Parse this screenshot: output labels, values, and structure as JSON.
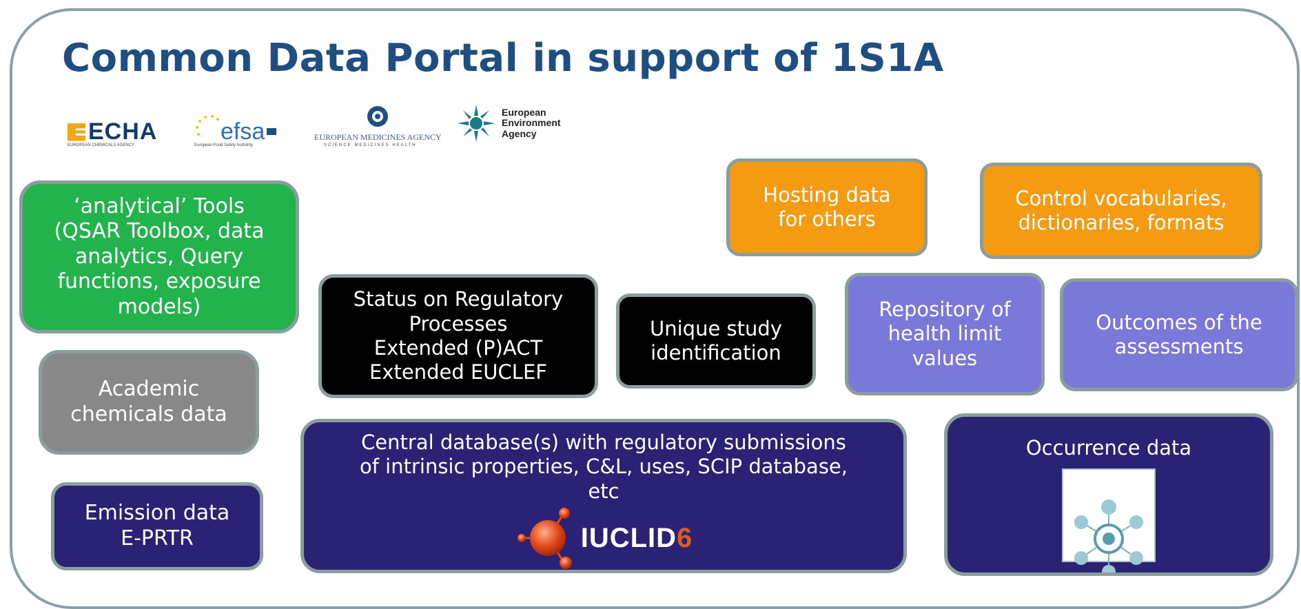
{
  "title": "Common Data Portal in support of 1S1A",
  "logos": {
    "echa": {
      "name": "ECHA",
      "subtitle": "EUROPEAN CHEMICALS AGENCY"
    },
    "efsa": {
      "name": "efsa",
      "subtitle": "European Food Safety Authority"
    },
    "ema": {
      "name": "EUROPEAN MEDICINES AGENCY",
      "subtitle": "SCIENCE MEDICINES HEALTH"
    },
    "eea": {
      "name": "European\nEnvironment\nAgency"
    }
  },
  "boxes": {
    "analytical_tools": "‘analytical’ Tools\n(QSAR Toolbox, data\nanalytics, Query\nfunctions, exposure\nmodels)",
    "academic_data": "Academic\nchemicals data",
    "emission_data": "Emission data\nE-PRTR",
    "status_regulatory": "Status on Regulatory\nProcesses\nExtended (P)ACT\nExtended EUCLEF",
    "unique_study": "Unique study\nidentification",
    "hosting_data": "Hosting data\nfor others",
    "control_vocab": "Control vocabularies,\ndictionaries, formats",
    "repository_health": "Repository of\nhealth limit\nvalues",
    "outcomes_assessments": "Outcomes of the\nassessments",
    "central_database": "Central database(s) with regulatory submissions\nof intrinsic properties, C&L, uses, SCIP database,\netc",
    "iuclid_logo": {
      "text": "IUCLID",
      "version": "6"
    },
    "occurrence_data": "Occurrence data"
  },
  "colors": {
    "title": "#1f4e82",
    "green": "#22b34c",
    "grey": "#888888",
    "navy": "#2a2275",
    "black": "#000000",
    "orange": "#f59b12",
    "purple": "#7a78d8",
    "border": "#8a9e9e"
  }
}
